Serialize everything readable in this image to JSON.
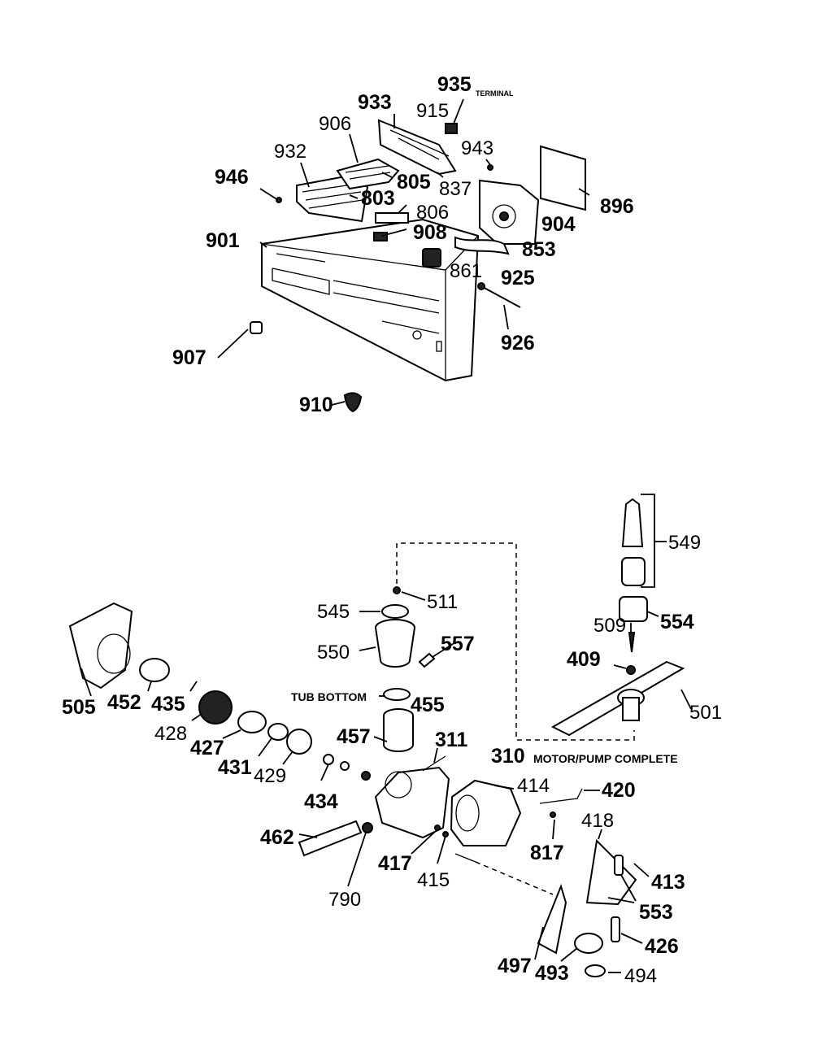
{
  "callouts": [
    {
      "id": "935",
      "text": "935"
    },
    {
      "id": "935-note",
      "text": "TERMINAL"
    },
    {
      "id": "933",
      "text": "933"
    },
    {
      "id": "915",
      "text": "915"
    },
    {
      "id": "906",
      "text": "906"
    },
    {
      "id": "932",
      "text": "932"
    },
    {
      "id": "943",
      "text": "943"
    },
    {
      "id": "946",
      "text": "946"
    },
    {
      "id": "805",
      "text": "805"
    },
    {
      "id": "837",
      "text": "837"
    },
    {
      "id": "803",
      "text": "803"
    },
    {
      "id": "806",
      "text": "806"
    },
    {
      "id": "896",
      "text": "896"
    },
    {
      "id": "904",
      "text": "904"
    },
    {
      "id": "908",
      "text": "908"
    },
    {
      "id": "853",
      "text": "853"
    },
    {
      "id": "901",
      "text": "901"
    },
    {
      "id": "861",
      "text": "861"
    },
    {
      "id": "925",
      "text": "925"
    },
    {
      "id": "926",
      "text": "926"
    },
    {
      "id": "907",
      "text": "907"
    },
    {
      "id": "910",
      "text": "910"
    },
    {
      "id": "549",
      "text": "549"
    },
    {
      "id": "511",
      "text": "511"
    },
    {
      "id": "545",
      "text": "545"
    },
    {
      "id": "554",
      "text": "554"
    },
    {
      "id": "509",
      "text": "509"
    },
    {
      "id": "550",
      "text": "550"
    },
    {
      "id": "557",
      "text": "557"
    },
    {
      "id": "409",
      "text": "409"
    },
    {
      "id": "tub-bottom",
      "text": "TUB BOTTOM"
    },
    {
      "id": "455",
      "text": "455"
    },
    {
      "id": "501",
      "text": "501"
    },
    {
      "id": "505",
      "text": "505"
    },
    {
      "id": "452",
      "text": "452"
    },
    {
      "id": "435",
      "text": "435"
    },
    {
      "id": "428",
      "text": "428"
    },
    {
      "id": "427",
      "text": "427"
    },
    {
      "id": "457",
      "text": "457"
    },
    {
      "id": "311",
      "text": "311"
    },
    {
      "id": "310",
      "text": "310"
    },
    {
      "id": "310-note",
      "text": "MOTOR/PUMP COMPLETE"
    },
    {
      "id": "431",
      "text": "431"
    },
    {
      "id": "429",
      "text": "429"
    },
    {
      "id": "414",
      "text": "414"
    },
    {
      "id": "420",
      "text": "420"
    },
    {
      "id": "434",
      "text": "434"
    },
    {
      "id": "418",
      "text": "418"
    },
    {
      "id": "462",
      "text": "462"
    },
    {
      "id": "817",
      "text": "817"
    },
    {
      "id": "417",
      "text": "417"
    },
    {
      "id": "415",
      "text": "415"
    },
    {
      "id": "413",
      "text": "413"
    },
    {
      "id": "790",
      "text": "790"
    },
    {
      "id": "553",
      "text": "553"
    },
    {
      "id": "426",
      "text": "426"
    },
    {
      "id": "497",
      "text": "497"
    },
    {
      "id": "493",
      "text": "493"
    },
    {
      "id": "494",
      "text": "494"
    }
  ]
}
